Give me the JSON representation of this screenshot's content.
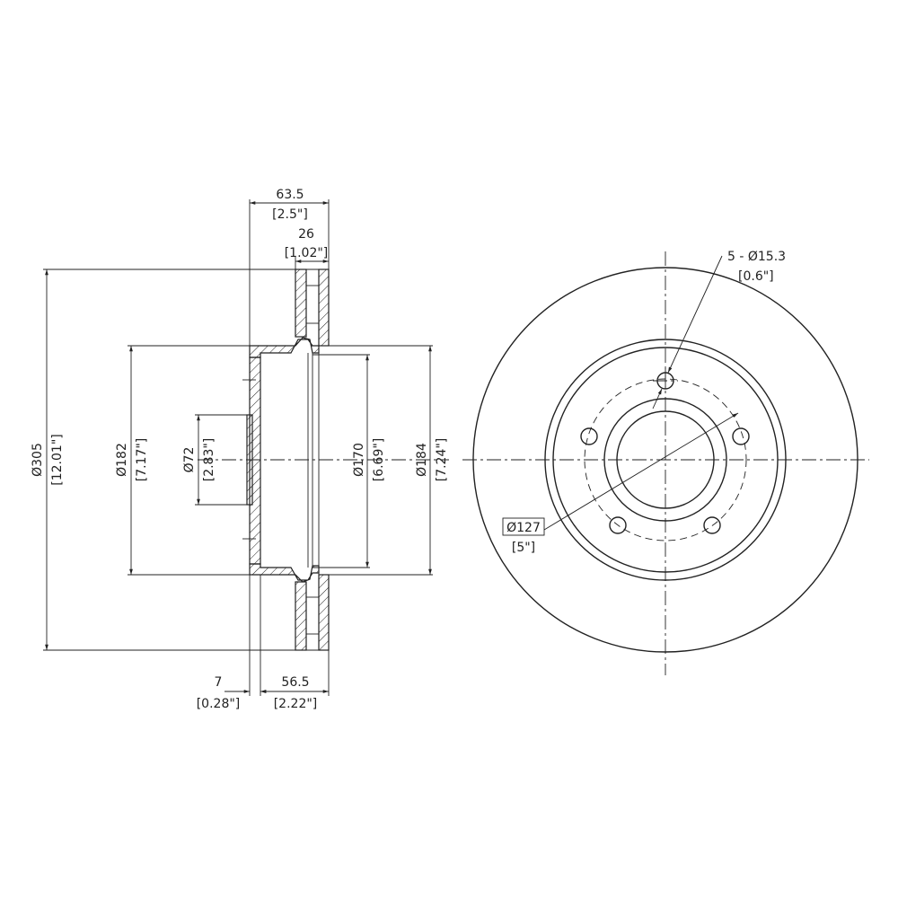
{
  "drawing": {
    "dimensions": {
      "overall_width": {
        "value": "63.5",
        "inch": "[2.5\"]"
      },
      "rotor_thickness": {
        "value": "26",
        "inch": "[1.02\"]"
      },
      "hat_offset": {
        "value": "7",
        "inch": "[0.28\"]"
      },
      "hat_depth": {
        "value": "56.5",
        "inch": "[2.22\"]"
      },
      "outer_diameter": {
        "value": "Ø305",
        "inch": "[12.01\"]"
      },
      "hat_outer_diameter": {
        "value": "Ø182",
        "inch": "[7.17\"]"
      },
      "center_bore": {
        "value": "Ø72",
        "inch": "[2.83\"]"
      },
      "inner_diameter": {
        "value": "Ø170",
        "inch": "[6.69\"]"
      },
      "friction_inner_diameter": {
        "value": "Ø184",
        "inch": "[7.24\"]"
      },
      "bolt_holes": {
        "value": "5 - Ø15.3",
        "inch": "[0.6\"]"
      },
      "bolt_circle": {
        "value": "Ø127",
        "inch": "[5\"]"
      }
    }
  }
}
